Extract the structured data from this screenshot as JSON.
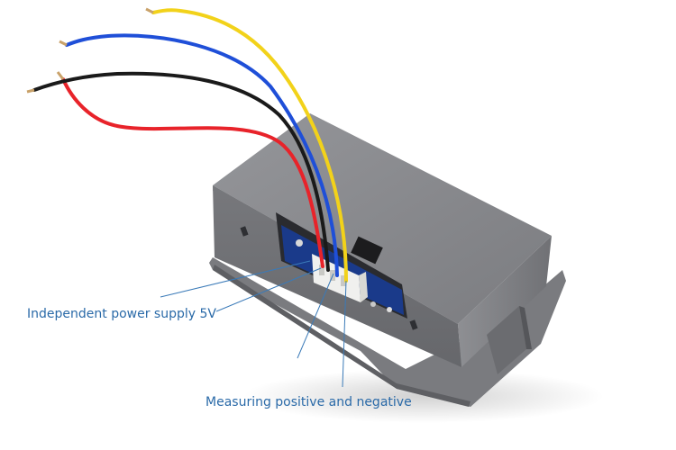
{
  "image": {
    "subject": "gray plastic enclosure of a panel-mount digital meter seen from the rear, with four wires (red, black, blue, yellow) plugged into a connector on a blue circuit board",
    "background": "#ffffff"
  },
  "wires": [
    {
      "name": "red",
      "color": "#e8232a"
    },
    {
      "name": "black",
      "color": "#1a1a1a"
    },
    {
      "name": "blue",
      "color": "#1f4fd8"
    },
    {
      "name": "yellow",
      "color": "#f2d21a"
    }
  ],
  "colors": {
    "case": "#7d7e82",
    "case_top": "#8a8b8f",
    "board": "#1a3a8a",
    "connector": "#f0f0ee",
    "callout_text": "#2a6aa8",
    "leader_line": "#3a7ab8"
  },
  "callouts": {
    "power": "Independent power supply 5V",
    "measure": "Measuring positive and negative"
  }
}
